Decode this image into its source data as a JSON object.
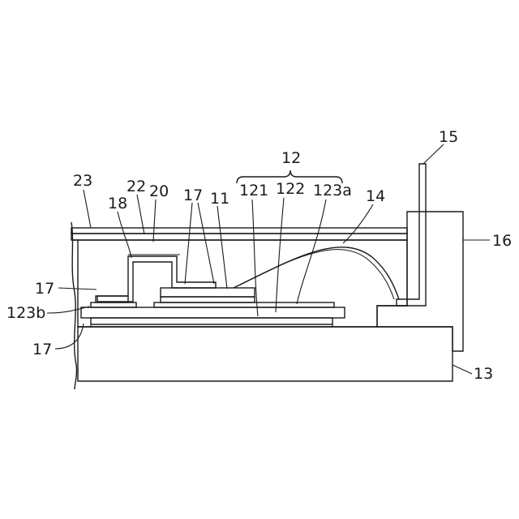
{
  "figure": {
    "labels": {
      "l15": "15",
      "l12": "12",
      "l23": "23",
      "l22": "22",
      "l20": "20",
      "l18": "18",
      "l17a": "17",
      "l11": "11",
      "l121": "121",
      "l122": "122",
      "l123a": "123a",
      "l14": "14",
      "l16": "16",
      "l17b": "17",
      "l123b": "123b",
      "l17c": "17",
      "l13": "13"
    },
    "colors": {
      "ink": "#1a1a1a",
      "paper": "#ffffff"
    }
  }
}
